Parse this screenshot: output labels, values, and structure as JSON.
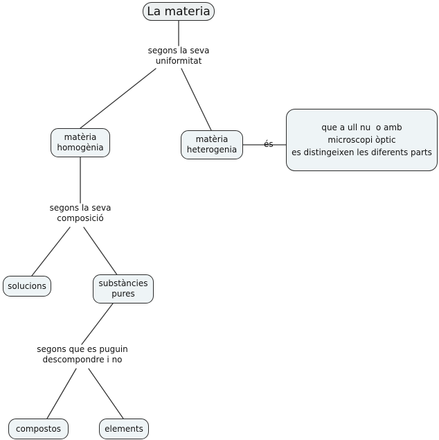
{
  "diagram": {
    "type": "concept-map",
    "language": "ca",
    "background_color": "#ffffff",
    "node_fill": "#eef4f6",
    "title_fill": "#eceff0",
    "node_border_color": "#2b2b2b",
    "link_color": "#333333",
    "text_color": "#111111",
    "nodes": [
      {
        "id": "materia",
        "label": "La materia",
        "font_size": 17
      },
      {
        "id": "homogenia",
        "label": "matèria\nhomogènia",
        "font_size": 12
      },
      {
        "id": "heterogenia",
        "label": "matèria\nheterogenia",
        "font_size": 12
      },
      {
        "id": "definicio",
        "label": "que a ull nu  o amb\nmicroscopi òptic\nes distingeixen les diferents parts",
        "font_size": 12
      },
      {
        "id": "solucions",
        "label": "solucions",
        "font_size": 12
      },
      {
        "id": "substancies",
        "label": "substàncies\npures",
        "font_size": 12
      },
      {
        "id": "compostos",
        "label": "compostos",
        "font_size": 12
      },
      {
        "id": "elements",
        "label": "elements",
        "font_size": 12
      }
    ],
    "link_labels": [
      {
        "id": "uniformitat",
        "label": "segons la seva\nuniformitat",
        "font_size": 12
      },
      {
        "id": "composicio",
        "label": "segons la seva\ncomposició",
        "font_size": 12
      },
      {
        "id": "descompondre",
        "label": "segons que es puguin\ndescompondre i no",
        "font_size": 12
      },
      {
        "id": "es",
        "label": "és",
        "font_size": 12
      }
    ]
  }
}
